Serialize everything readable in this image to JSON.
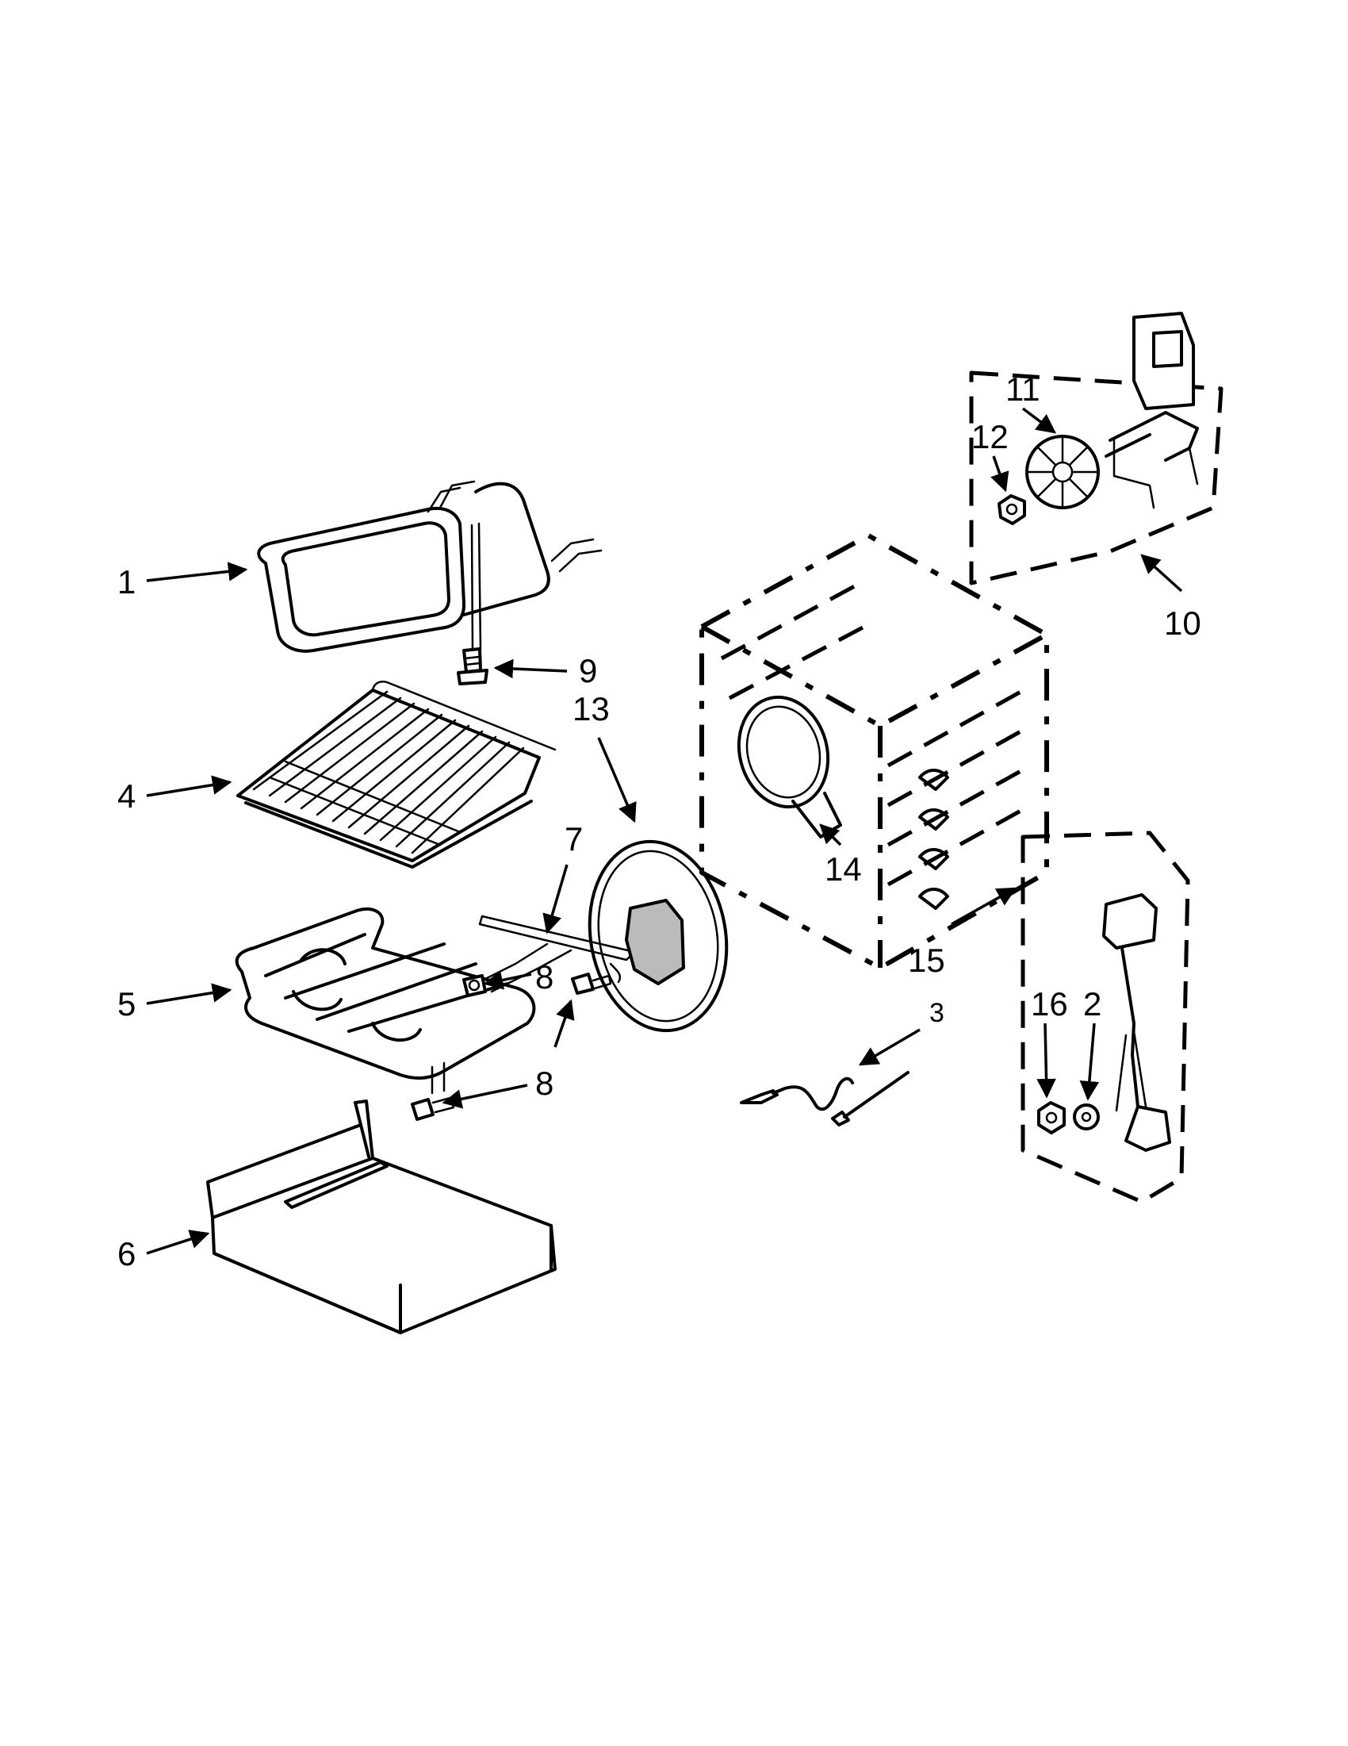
{
  "diagram": {
    "callouts": {
      "c1": "1",
      "c2": "2",
      "c3": "3",
      "c4": "4",
      "c5": "5",
      "c6": "6",
      "c7": "7",
      "c8a": "8",
      "c8b": "8",
      "c9": "9",
      "c10": "10",
      "c11": "11",
      "c12": "12",
      "c13": "13",
      "c14": "14",
      "c15": "15",
      "c16": "16"
    }
  }
}
